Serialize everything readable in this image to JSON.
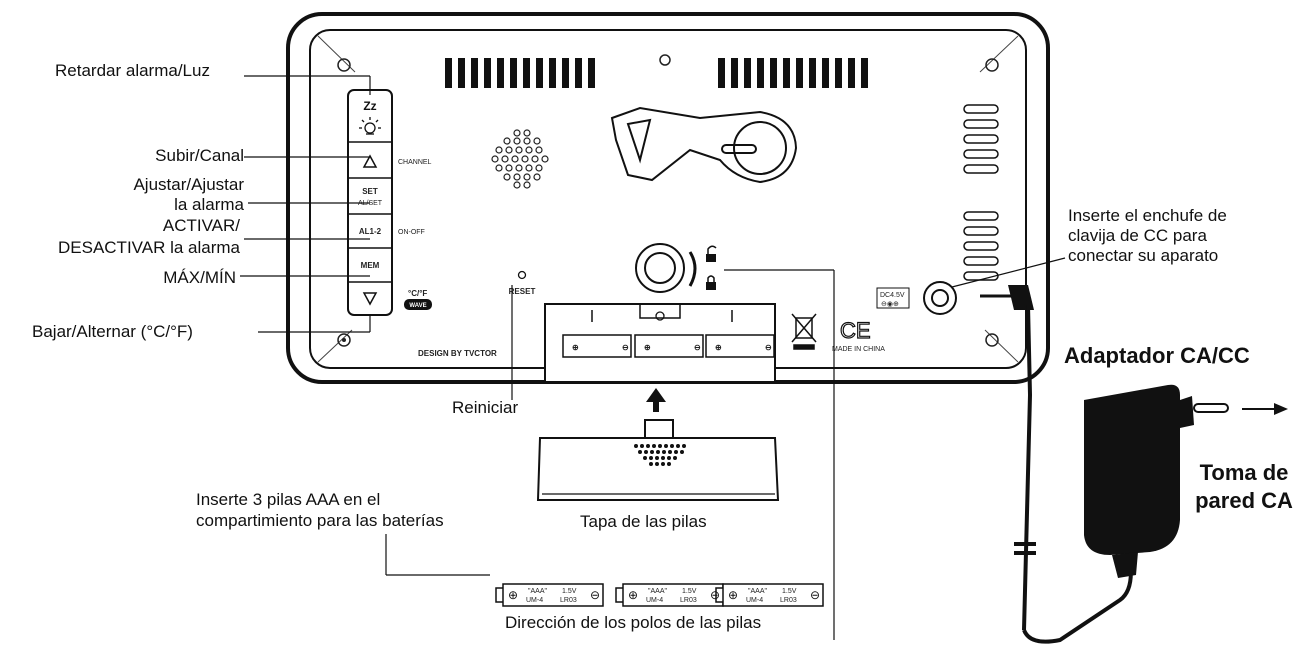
{
  "labels": {
    "snooze_light": "Retardar alarma/Luz",
    "up_channel": "Subir/Canal",
    "set_alarm_1": "Ajustar/Ajustar",
    "set_alarm_2": "la alarma",
    "alarm_onoff_1": "ACTIVAR/",
    "alarm_onoff_2": "DESACTIVAR la alarma",
    "max_min": "MÁX/MÍN",
    "down_toggle": "Bajar/Alternar (°C/°F)",
    "reset": "Reiniciar",
    "battery_cover": "Tapa de las pilas",
    "insert_batteries_1": "Inserte 3 pilas AAA en el",
    "insert_batteries_2": "compartimiento para las baterías",
    "polarity": "Dirección de los polos de las pilas",
    "dc_plug_1": "Inserte el enchufe de",
    "dc_plug_2": "clavija de CC para",
    "dc_plug_3": "conectar su aparato",
    "adapter": "Adaptador CA/CC",
    "wall_outlet_1": "Toma de",
    "wall_outlet_2": "pared CA"
  },
  "device_markings": {
    "btn_set": "SET",
    "btn_al_set": "AL/SET",
    "btn_al": "AL1-2",
    "btn_mem": "MEM",
    "channel": "CHANNEL",
    "on_off": "ON-OFF",
    "temp_unit": "°C/°F",
    "wave": "WAVE",
    "reset": "RESET",
    "design": "DESIGN BY TVCTOR",
    "made_in": "MADE IN CHINA",
    "ce": "CE",
    "dc": "DC4.5V",
    "battery_type": "\"AAA\"",
    "battery_voltage": "1.5V",
    "battery_um": "UM-4",
    "battery_lr": "LR03"
  }
}
